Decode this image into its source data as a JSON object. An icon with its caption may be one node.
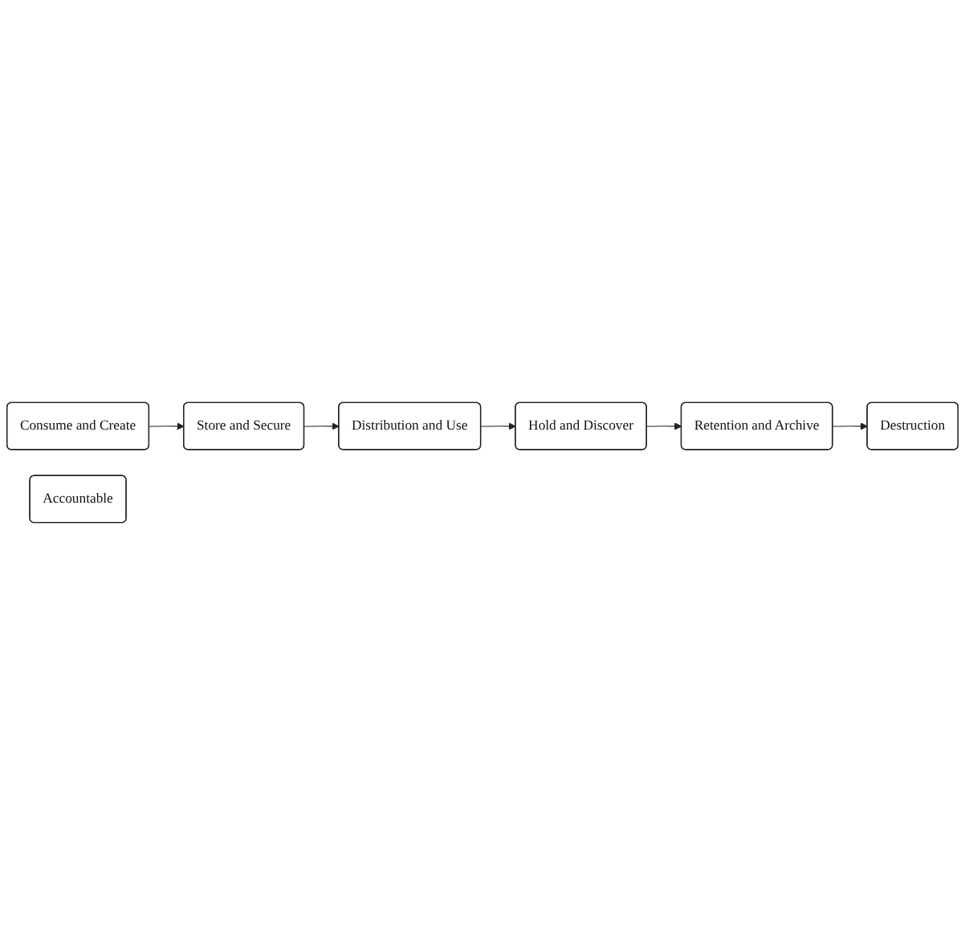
{
  "diagram": {
    "nodes": [
      {
        "text": [
          "Consume and Create"
        ]
      },
      {
        "text": [
          "Destruction"
        ]
      },
      {
        "text": [
          "Store and Secure"
        ]
      },
      {
        "text": [
          "Accountable"
        ]
      },
      {
        "text": [
          "Retention and Archive"
        ]
      },
      {
        "text": [
          "Distribution and Use"
        ]
      },
      {
        "text": [
          "Hold and Discover"
        ]
      }
    ],
    "edges": [
      {
        "from": 0,
        "to": 2,
        "arrow": "to"
      },
      {
        "from": 2,
        "to": 5,
        "arrow": "to"
      },
      {
        "from": 5,
        "to": 6,
        "arrow": "to"
      },
      {
        "from": 6,
        "to": 4,
        "arrow": "to"
      },
      {
        "from": 4,
        "to": 1,
        "arrow": "to"
      }
    ]
  }
}
